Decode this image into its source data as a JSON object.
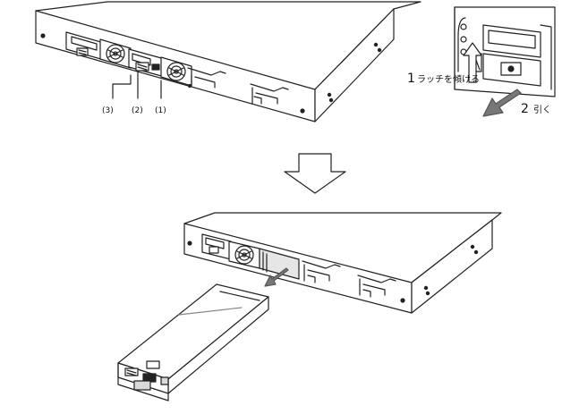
{
  "callouts": {
    "c1": "(1)",
    "c2": "(2)",
    "c3": "(3)"
  },
  "steps": [
    {
      "number": "1",
      "text": "ラッチを傾ける"
    },
    {
      "number": "2",
      "text": "引く"
    }
  ],
  "colors": {
    "line": "#222222",
    "arrow_fill": "#777777",
    "detail_fill": "#d9d9d9",
    "paper": "#ffffff"
  }
}
